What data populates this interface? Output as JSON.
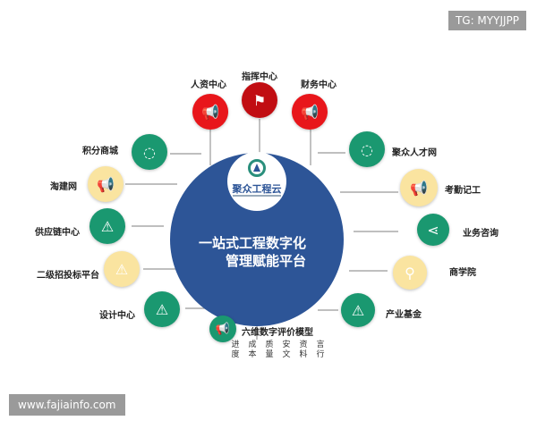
{
  "watermarks": {
    "top_right": "TG: MYYJJPP",
    "bottom_left": "www.fajiainfo.com"
  },
  "hub": {
    "logo_name": "聚众工程云",
    "title_line1": "一站式工程数字化",
    "title_line2": "管理赋能平台"
  },
  "nodes": {
    "renzi": {
      "label": "人资中心",
      "icon": "megaphone-icon",
      "color": "#e8161b"
    },
    "zhihui": {
      "label": "指挥中心",
      "icon": "flag-icon",
      "color": "#c10d12"
    },
    "caiwu": {
      "label": "财务中心",
      "icon": "megaphone-icon",
      "color": "#e8161b"
    },
    "jifen": {
      "label": "积分商城",
      "icon": "power-ring-icon",
      "color": "#1a9870"
    },
    "taojian": {
      "label": "淘建网",
      "icon": "megaphone-icon",
      "color": "#fae4a0"
    },
    "gongying": {
      "label": "供应链中心",
      "icon": "warning-icon",
      "color": "#1a9870"
    },
    "zhaotoubiao": {
      "label": "二级招投标平台",
      "icon": "warning-icon",
      "color": "#fae4a0"
    },
    "sheji": {
      "label": "设计中心",
      "icon": "warning-icon",
      "color": "#1a9870"
    },
    "rencai": {
      "label": "聚众人才网",
      "icon": "power-ring-icon",
      "color": "#1a9870"
    },
    "kaoqin": {
      "label": "考勤记工",
      "icon": "megaphone-icon",
      "color": "#fae4a0"
    },
    "zixun": {
      "label": "业务咨询",
      "icon": "share-icon",
      "color": "#1a9870"
    },
    "shangxue": {
      "label": "商学院",
      "icon": "signpost-icon",
      "color": "#fae4a0"
    },
    "jijin": {
      "label": "产业基金",
      "icon": "warning-icon",
      "color": "#1a9870"
    },
    "liuwei": {
      "label": "六维数字评价模型",
      "icon": "megaphone-icon",
      "color": "#1a9870"
    }
  },
  "dimensions": [
    "进度",
    "成本",
    "质量",
    "安文",
    "资料",
    "言行"
  ]
}
